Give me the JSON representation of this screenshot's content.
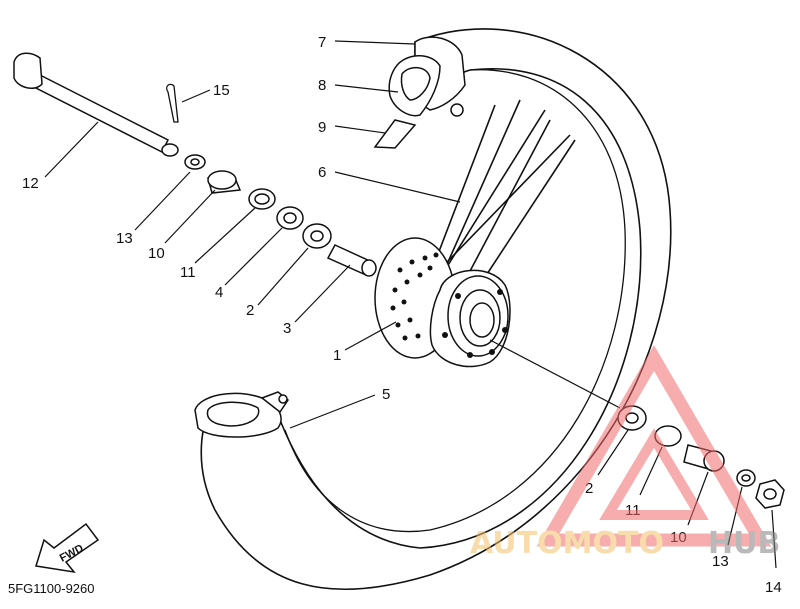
{
  "diagram": {
    "part_code": "5FG1100-9260",
    "fwd_label": "FWD",
    "callouts": [
      "7",
      "8",
      "9",
      "15",
      "6",
      "12",
      "13",
      "10",
      "11",
      "4",
      "2",
      "3",
      "1",
      "5",
      "2",
      "11",
      "10",
      "13",
      "14"
    ],
    "watermark": {
      "left": "AUTOMOTO",
      "right": "HUB",
      "left_color": "#f5c06a",
      "right_color": "#808080",
      "logo_color": "#f26b6b"
    }
  }
}
